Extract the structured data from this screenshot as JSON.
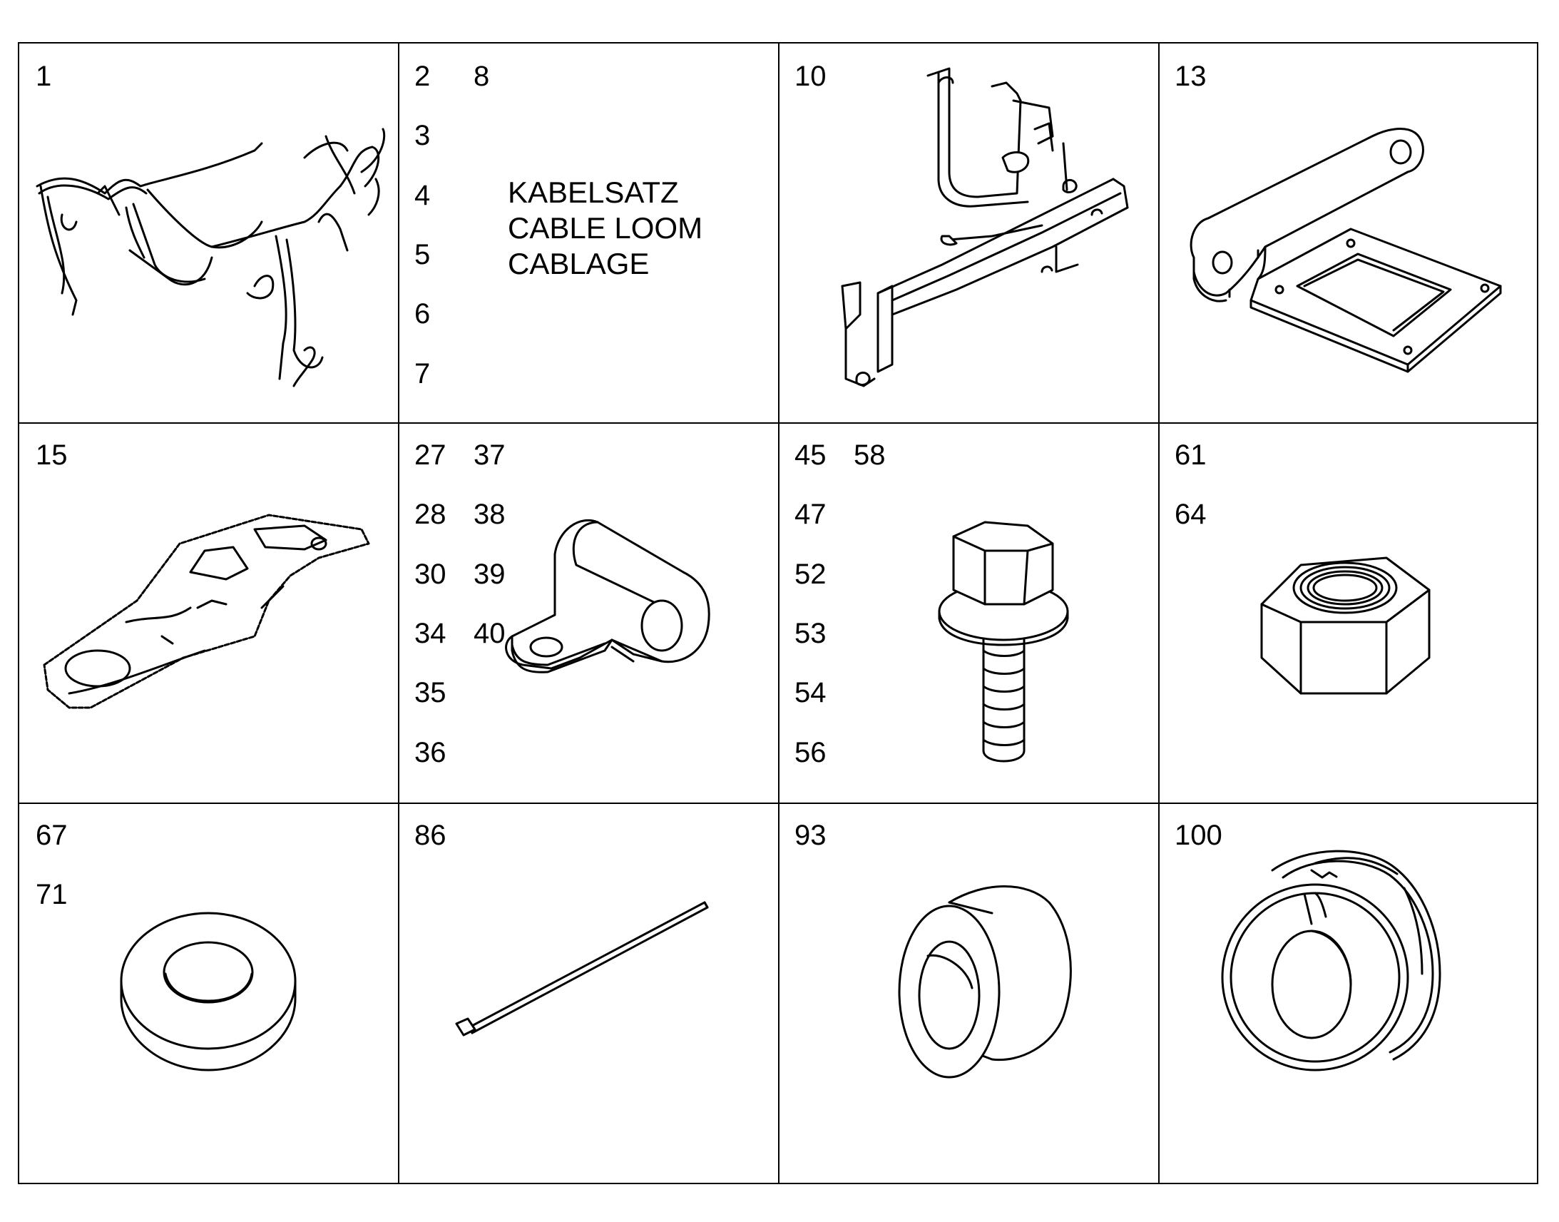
{
  "cells": [
    {
      "id": "1",
      "cols": [
        [
          "1"
        ]
      ],
      "part": "cable-harness"
    },
    {
      "id": "2",
      "cols": [
        [
          "2",
          "3",
          "4",
          "5",
          "6",
          "7"
        ],
        [
          "8"
        ]
      ],
      "part": "cable-loom-text"
    },
    {
      "id": "10",
      "cols": [
        [
          "10"
        ]
      ],
      "part": "mounting-bracket"
    },
    {
      "id": "13",
      "cols": [
        [
          "13"
        ]
      ],
      "part": "plate-bracket"
    },
    {
      "id": "15",
      "cols": [
        [
          "15"
        ]
      ],
      "part": "sheet-metal-tab"
    },
    {
      "id": "27",
      "cols": [
        [
          "27",
          "28",
          "30",
          "34",
          "35",
          "36"
        ],
        [
          "37",
          "38",
          "39",
          "40"
        ]
      ],
      "part": "p-clip"
    },
    {
      "id": "45",
      "cols": [
        [
          "45",
          "47",
          "52",
          "53",
          "54",
          "56"
        ],
        [
          "58"
        ]
      ],
      "part": "flange-bolt"
    },
    {
      "id": "61",
      "cols": [
        [
          "61",
          "64"
        ]
      ],
      "part": "hex-nut"
    },
    {
      "id": "67",
      "cols": [
        [
          "67",
          "71"
        ]
      ],
      "part": "flat-washer"
    },
    {
      "id": "86",
      "cols": [
        [
          "86"
        ]
      ],
      "part": "cable-tie"
    },
    {
      "id": "93",
      "cols": [
        [
          "93"
        ]
      ],
      "part": "rubber-bushing"
    },
    {
      "id": "100",
      "cols": [
        [
          "100"
        ]
      ],
      "part": "grommet"
    }
  ],
  "cable_loom_label": [
    "KABELSATZ",
    "CABLE LOOM",
    "CABLAGE"
  ]
}
